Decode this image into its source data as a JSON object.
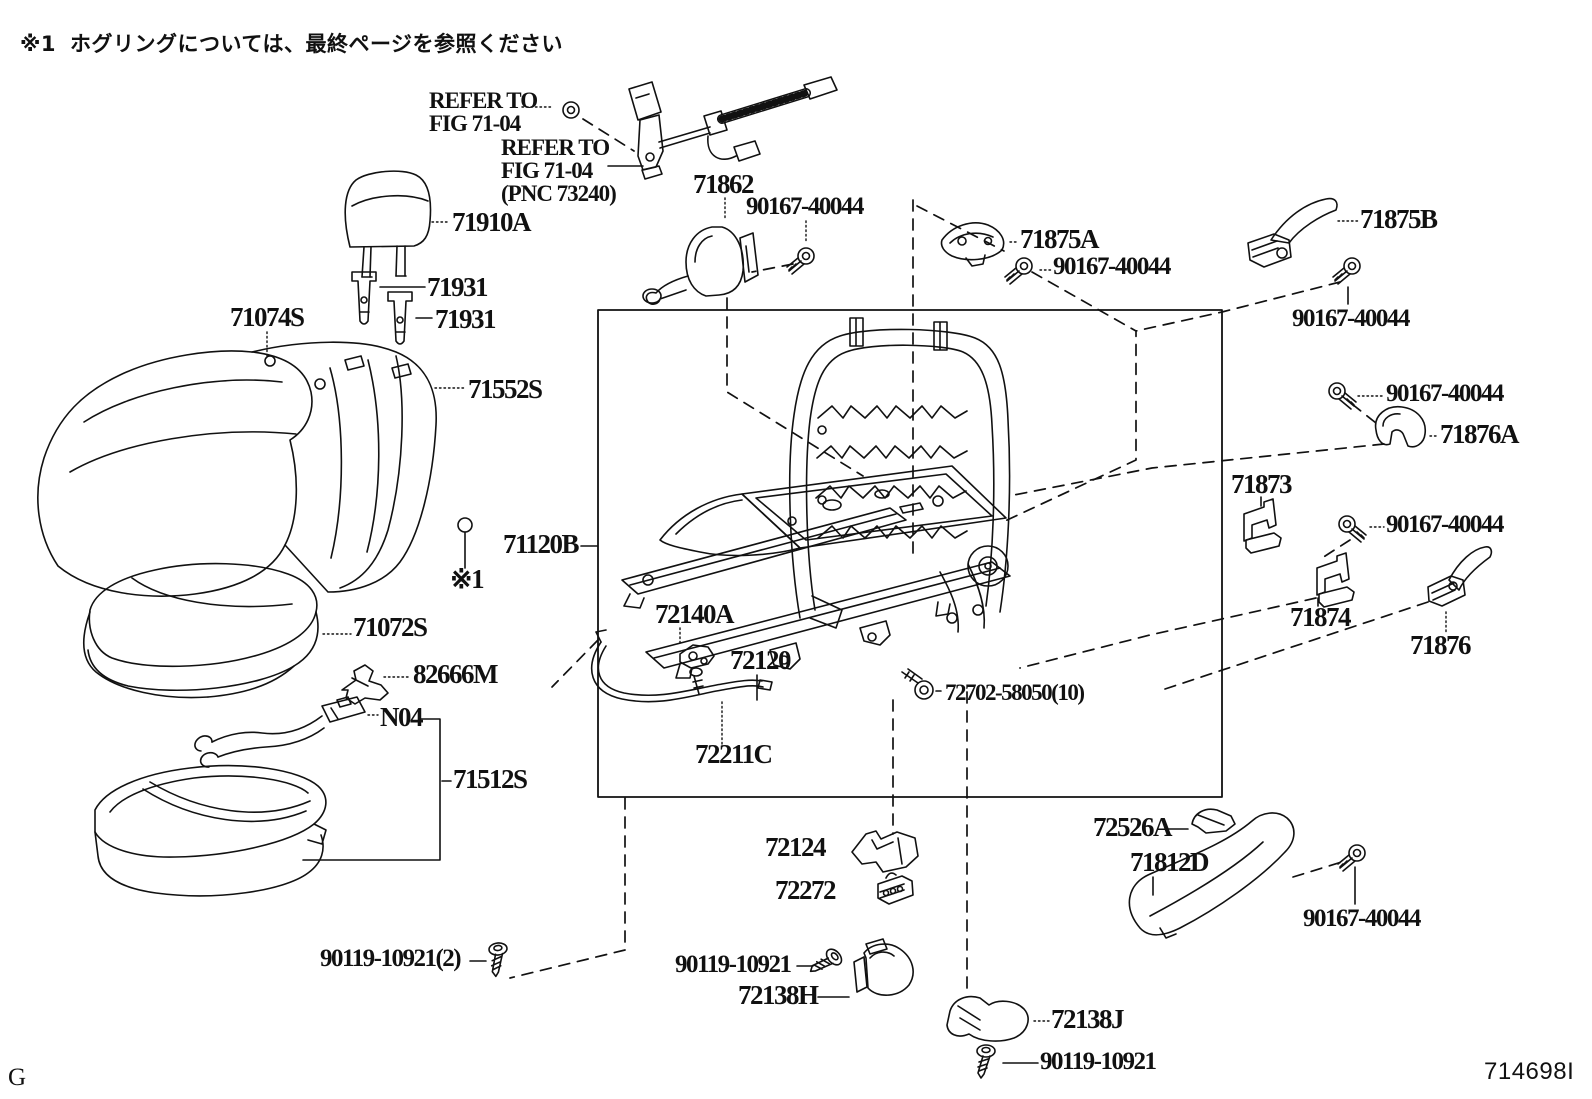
{
  "note": {
    "marker": "※1",
    "text": "ホグリングについては、最終ページを参照ください"
  },
  "references": {
    "fig7104_a": {
      "line1": "REFER TO",
      "line2": "FIG 71-04"
    },
    "fig7104_b": {
      "line1": "REFER TO",
      "line2": "FIG 71-04",
      "line3": "(PNC 73240)"
    }
  },
  "parts": {
    "headrest": "71910A",
    "headrest_support_a": "71931",
    "headrest_support_b": "71931",
    "seatback_cover": "71074S",
    "seatback_board": "71552S",
    "cushion_cover": "71072S",
    "wire_clamp": "82666M",
    "hogring_wire": "N04",
    "cushion_pad": "71512S",
    "seat_frame_assy": "71120B",
    "belt_guide_inner": "71862",
    "hook_a": "71875A",
    "hook_b": "71875B",
    "hook_mid": "71876A",
    "bracket_upper": "71873",
    "bracket_lower": "71874",
    "hook_lower": "71876",
    "track_bracket": "72140A",
    "slide_rail": "72120",
    "lock_wire": "72211C",
    "anchor_cover": "72124",
    "connector_block": "72272",
    "track_cover_h": "72138H",
    "track_cover_j": "72138J",
    "hole_cap": "72526A",
    "side_shield": "71812D",
    "footnote_ref": "※1"
  },
  "fasteners": {
    "screw_71862": "90167-40044",
    "screw_71875a": "90167-40044",
    "screw_71875b": "90167-40044",
    "screw_71876a": "90167-40044",
    "screw_71873": "90167-40044",
    "screw_71812d": "90167-40044",
    "bolt_rail": "72702-58050(10)",
    "screw_cushion": "90119-10921(2)",
    "screw_72138h": "90119-10921",
    "screw_72138j": "90119-10921"
  },
  "footer": {
    "figure_code": "714698I",
    "page_letter": "G"
  }
}
